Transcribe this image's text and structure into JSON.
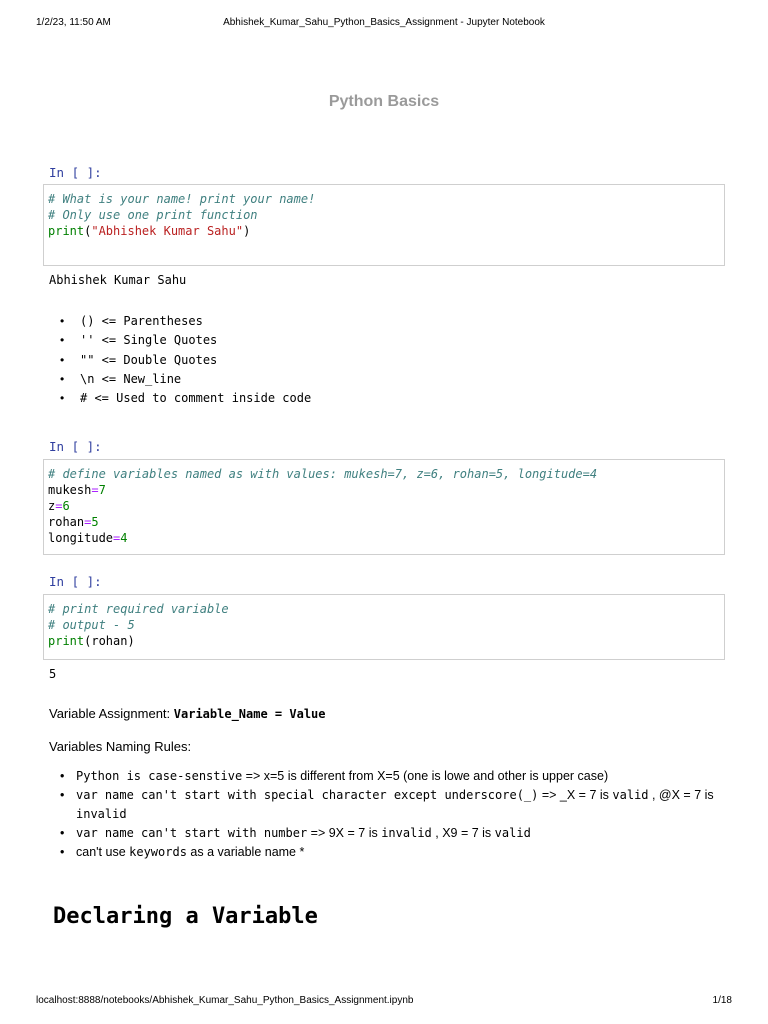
{
  "header": {
    "date": "1/2/23, 11:50 AM",
    "title": "Abhishek_Kumar_Sahu_Python_Basics_Assignment - Jupyter Notebook"
  },
  "notebook_title": "Python Basics",
  "cells": [
    {
      "prompt": "In [ ]:",
      "lines": {
        "l1": "# What is your name! print your name!",
        "l2": "# Only use one print function",
        "l3_fn": "print",
        "l3_open": "(",
        "l3_str": "\"Abhishek Kumar Sahu\"",
        "l3_close": ")"
      },
      "output": "Abhishek Kumar Sahu"
    },
    {
      "prompt": "In [ ]:",
      "lines": {
        "l1": "# define variables named as with values: mukesh=7, z=6, rohan=5, longitude=4",
        "v1": "mukesh",
        "n1": "7",
        "v2": "z",
        "n2": "6",
        "v3": "rohan",
        "n3": "5",
        "v4": "longitude",
        "n4": "4",
        "eq": "="
      }
    },
    {
      "prompt": "In [ ]:",
      "lines": {
        "l1": "# print required variable",
        "l2": "# output - 5",
        "l3_fn": "print",
        "l3_rest": "(rohan)"
      },
      "output": "5"
    }
  ],
  "symbols_list": [
    "() <= Parentheses",
    "'' <= Single Quotes",
    "\"\" <= Double Quotes",
    "\\n <= New_line",
    "# <= Used to comment inside code"
  ],
  "assignment": {
    "label": "Variable Assignment: ",
    "code": "Variable_Name = Value"
  },
  "naming_rules": {
    "title": "Variables Naming Rules:",
    "r1_code": "Python is case-senstive",
    "r1_text": " => x=5 is different from X=5 (one is lowe and other is upper case)",
    "r2_code": "var name can't start with special character except underscore(_)",
    "r2_text1": " => _X = 7 is ",
    "r2_code2": "valid",
    "r2_text2": " , @X = 7 is ",
    "r2_code3": "invalid",
    "r3_code": "var name can't start with number",
    "r3_text1": " => 9X = 7 is ",
    "r3_code2": "invalid",
    "r3_text2": " , X9 = 7 is ",
    "r3_code3": "valid",
    "r4_text1": "can't use ",
    "r4_code": "keywords",
    "r4_text2": " as a variable name *"
  },
  "section_heading": "Declaring a Variable",
  "footer": {
    "url": "localhost:8888/notebooks/Abhishek_Kumar_Sahu_Python_Basics_Assignment.ipynb",
    "page": "1/18"
  }
}
